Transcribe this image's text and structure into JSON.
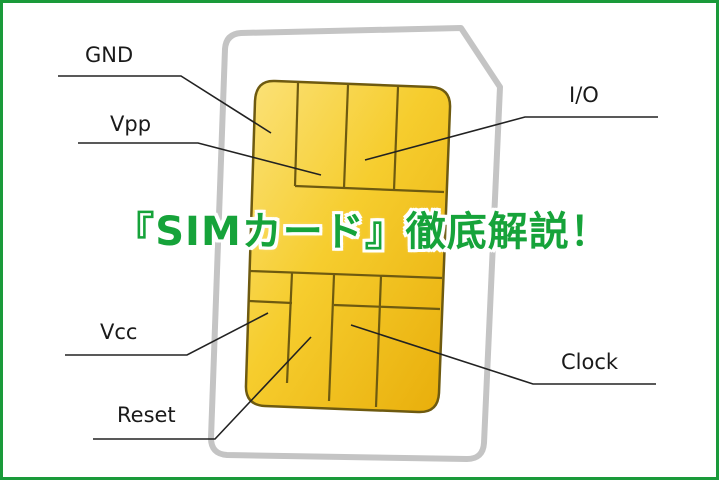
{
  "headline": "『SIMカード』徹底解説！",
  "pins": {
    "gnd": "GND",
    "vpp": "Vpp",
    "io": "I/O",
    "vcc": "Vcc",
    "reset": "Reset",
    "clock": "Clock"
  },
  "colors": {
    "frame": "#1a9a3a",
    "headline": "#16a33a",
    "chip_gold": "#f2c21b",
    "card_outline": "#c8c8c8"
  }
}
